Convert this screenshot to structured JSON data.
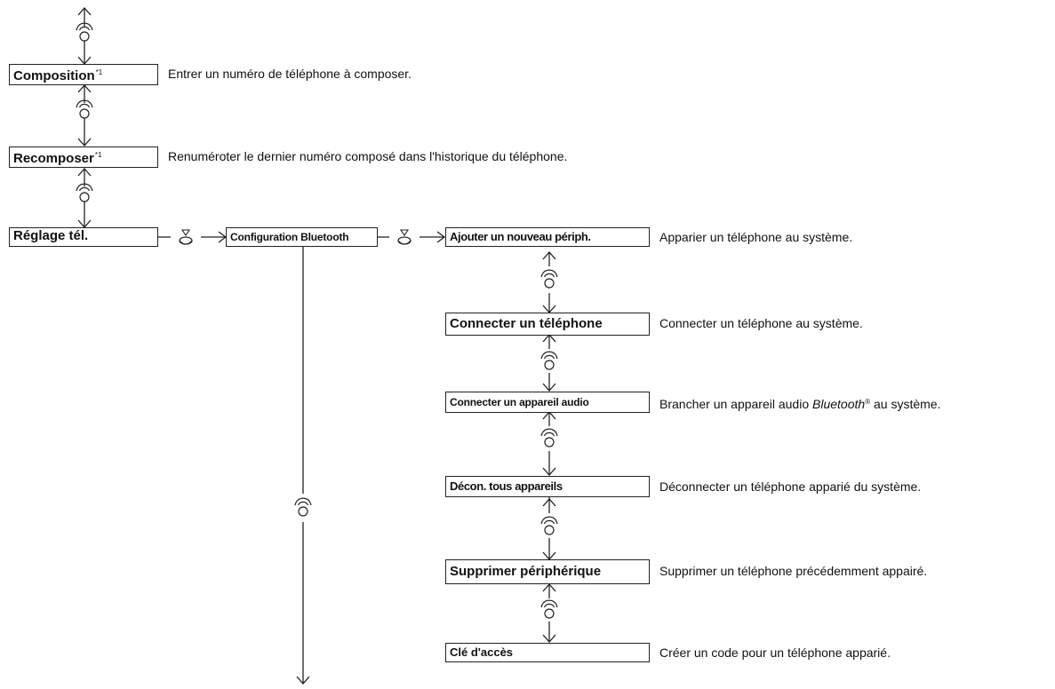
{
  "menu": {
    "dial": {
      "label": "Composition",
      "note": "*1",
      "desc": "Entrer un numéro de téléphone à composer."
    },
    "redial": {
      "label": "Recomposer",
      "note": "*1",
      "desc": "Renuméroter le dernier numéro composé dans l'historique du téléphone."
    },
    "phone_settings": {
      "label": "Réglage tél."
    },
    "bt_setup": {
      "label": "Configuration Bluetooth"
    }
  },
  "submenu": [
    {
      "label": "Ajouter un nouveau périph.",
      "desc": "Apparier un téléphone au système."
    },
    {
      "label": "Connecter un téléphone",
      "desc": "Connecter un téléphone au système."
    },
    {
      "label": "Connecter un appareil audio",
      "desc_pre": "Brancher un appareil audio ",
      "desc_brand": "Bluetooth",
      "desc_reg": "®",
      "desc_post": " au système."
    },
    {
      "label": "Décon. tous appareils",
      "desc": "Déconnecter un téléphone apparié du système."
    },
    {
      "label": "Supprimer périphérique",
      "desc": "Supprimer un téléphone précédemment appairé."
    },
    {
      "label": "Clé d'accès",
      "desc": "Créer un code pour un téléphone apparié."
    }
  ],
  "icons": {
    "rotate": "knob-rotate-icon",
    "press": "knob-press-icon"
  }
}
